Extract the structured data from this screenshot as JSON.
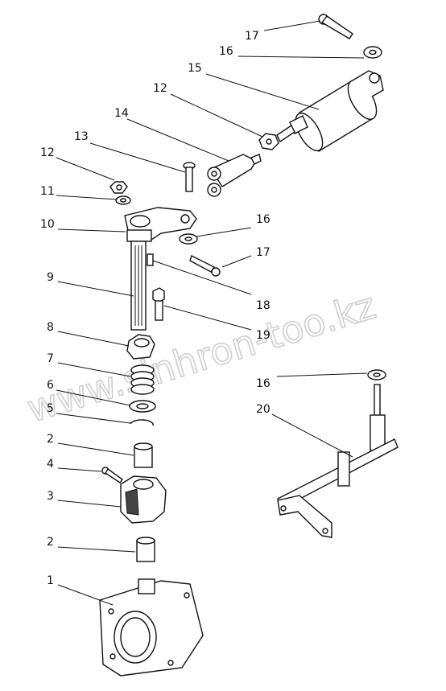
{
  "watermark": "www.sinhron-too.kz",
  "callouts": [
    {
      "id": "c17a",
      "text": "17"
    },
    {
      "id": "c16a",
      "text": "16"
    },
    {
      "id": "c15",
      "text": "15"
    },
    {
      "id": "c12a",
      "text": "12"
    },
    {
      "id": "c14",
      "text": "14"
    },
    {
      "id": "c13",
      "text": "13"
    },
    {
      "id": "c12b",
      "text": "12"
    },
    {
      "id": "c11",
      "text": "11"
    },
    {
      "id": "c10",
      "text": "10"
    },
    {
      "id": "c16b",
      "text": "16"
    },
    {
      "id": "c17b",
      "text": "17"
    },
    {
      "id": "c18",
      "text": "18"
    },
    {
      "id": "c9",
      "text": "9"
    },
    {
      "id": "c19",
      "text": "19"
    },
    {
      "id": "c8",
      "text": "8"
    },
    {
      "id": "c7",
      "text": "7"
    },
    {
      "id": "c16c",
      "text": "16"
    },
    {
      "id": "c6",
      "text": "6"
    },
    {
      "id": "c5",
      "text": "5"
    },
    {
      "id": "c20",
      "text": "20"
    },
    {
      "id": "c2a",
      "text": "2"
    },
    {
      "id": "c4",
      "text": "4"
    },
    {
      "id": "c3",
      "text": "3"
    },
    {
      "id": "c2b",
      "text": "2"
    },
    {
      "id": "c1",
      "text": "1"
    }
  ]
}
